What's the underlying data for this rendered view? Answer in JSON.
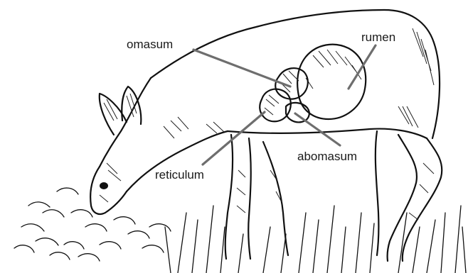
{
  "labels": {
    "omasum": "omasum",
    "rumen": "rumen",
    "reticulum": "reticulum",
    "abomasum": "abomasum"
  },
  "colors": {
    "ink": "#111111",
    "leader": "#6e6e6e",
    "background": "#ffffff"
  }
}
